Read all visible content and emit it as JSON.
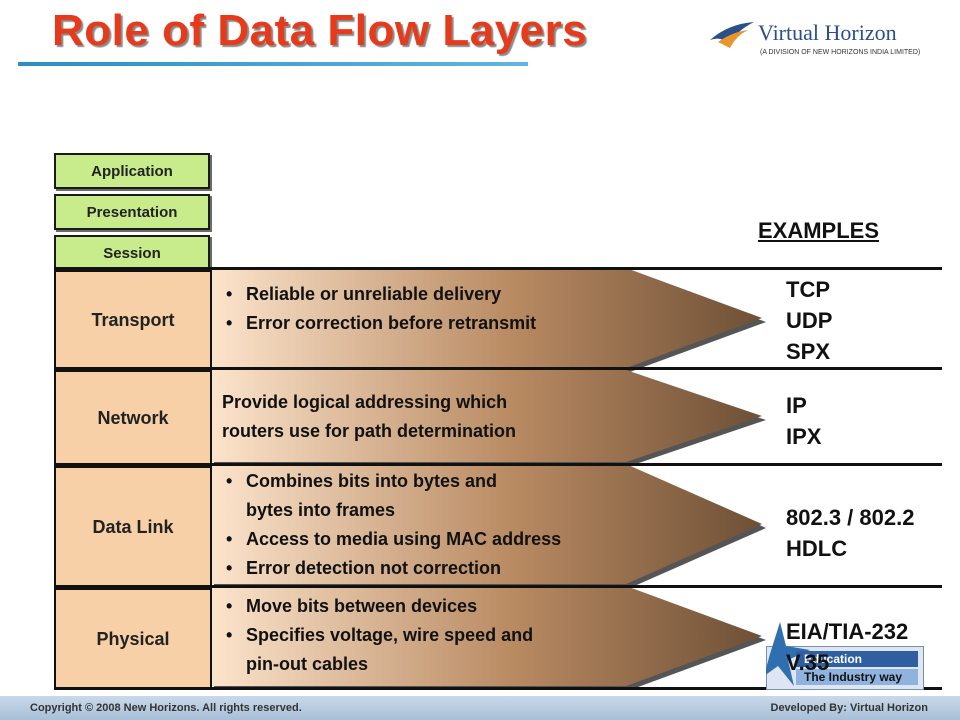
{
  "title": "Role of Data Flow Layers",
  "logo": {
    "name": "Virtual Horizon",
    "subtitle": "(A DIVISION OF NEW HORIZONS INDIA LIMITED)"
  },
  "upper_layers": [
    "Application",
    "Presentation",
    "Session"
  ],
  "examples_heading": "EXAMPLES",
  "layers": [
    {
      "name": "Transport",
      "bullets": [
        "Reliable or unreliable delivery",
        "Error correction before retransmit"
      ],
      "examples": [
        "TCP",
        "UDP",
        "SPX"
      ]
    },
    {
      "name": "Network",
      "text": [
        "Provide logical addressing which",
        "routers use for path determination"
      ],
      "examples": [
        "IP",
        "IPX"
      ]
    },
    {
      "name": "Data Link",
      "bullets": [
        "Combines bits into bytes and",
        "Access to media using MAC address",
        "Error detection not correction"
      ],
      "bullet_continuation": "bytes into frames",
      "examples": [
        "802.3 / 802.2",
        "HDLC"
      ]
    },
    {
      "name": "Physical",
      "bullets": [
        "Move bits between devices",
        "Specifies voltage, wire speed and"
      ],
      "bullet_continuation": "pin-out cables",
      "examples": [
        "EIA/TIA-232",
        "V.35"
      ]
    }
  ],
  "badge": {
    "line1": "Education",
    "line2": "The Industry way"
  },
  "footer": {
    "left": "Copyright © 2008 New Horizons. All rights reserved.",
    "right": "Developed By: Virtual Horizon"
  },
  "colors": {
    "title": "#e63a1a",
    "upper_layer_fill": "#c8ec8c",
    "layer_cell_fill": "#f8d0a8",
    "arrow_gradient_start": "#fce4cc",
    "arrow_gradient_end": "#7a5a3e"
  }
}
